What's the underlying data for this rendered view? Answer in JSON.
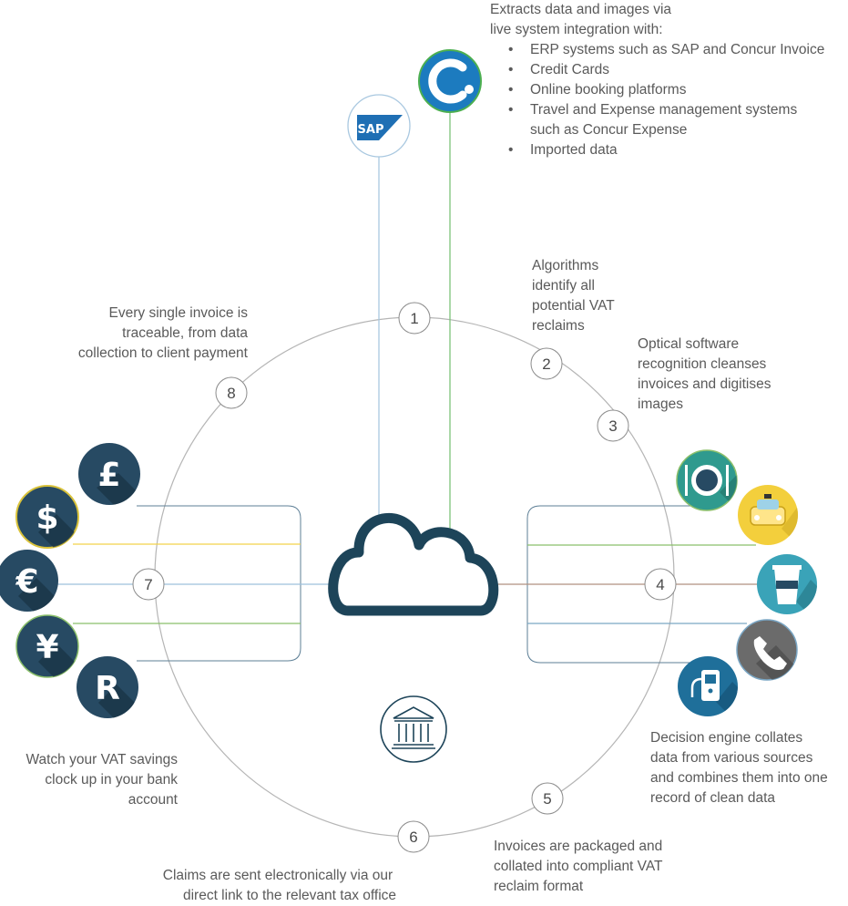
{
  "steps": [
    "1",
    "2",
    "3",
    "4",
    "5",
    "6",
    "7",
    "8"
  ],
  "integration": {
    "intro_line1": "Extracts data and images via",
    "intro_line2": "live system integration with:",
    "bullets": [
      "ERP systems such as SAP and Concur Invoice",
      "Credit Cards",
      "Online booking platforms",
      "Travel and Expense management systems",
      "such as Concur Expense",
      "Imported data"
    ]
  },
  "descriptions": {
    "step1": [
      "Algorithms",
      "identify all",
      "potential VAT",
      "reclaims"
    ],
    "step2": [
      "Optical software",
      "recognition cleanses",
      "invoices and digitises",
      "images"
    ],
    "step4": [
      "Decision engine collates",
      "data from various sources",
      "and combines them into one",
      "record of clean data"
    ],
    "step5": [
      "Invoices are packaged and",
      "collated into compliant VAT",
      "reclaim format"
    ],
    "step6": [
      "Claims are sent electronically via our",
      "direct link to the relevant tax office"
    ],
    "step7": [
      "Watch your VAT savings",
      "clock up in your bank",
      "account"
    ],
    "step8": [
      "Every single invoice is",
      "traceable, from data",
      "collection to client payment"
    ]
  },
  "logos": {
    "sap": "SAP",
    "concur": "C."
  },
  "currencies": [
    "£",
    "$",
    "€",
    "¥",
    "R"
  ],
  "expense_icons": [
    "plate-cutlery-icon",
    "taxi-icon",
    "coffee-cup-icon",
    "phone-icon",
    "fuel-pump-icon"
  ],
  "center_icons": [
    "cloud-icon",
    "bank-icon"
  ],
  "colors": {
    "circle": "#b5b5b5",
    "cloud": "#1d4459",
    "currency_dark": "#274a63",
    "currency_ring": "#d9c23a",
    "concur_blue": "#1c7bbf",
    "concur_ring": "#4caf50",
    "sap_blue": "#1f6fb4",
    "line_sap": "#a9c8e0",
    "line_concur": "#7dc47a",
    "line_yellow": "#f2d24a",
    "line_green": "#8bbf6a",
    "line_brown": "#b09080",
    "line_blue": "#9dc1dc"
  }
}
